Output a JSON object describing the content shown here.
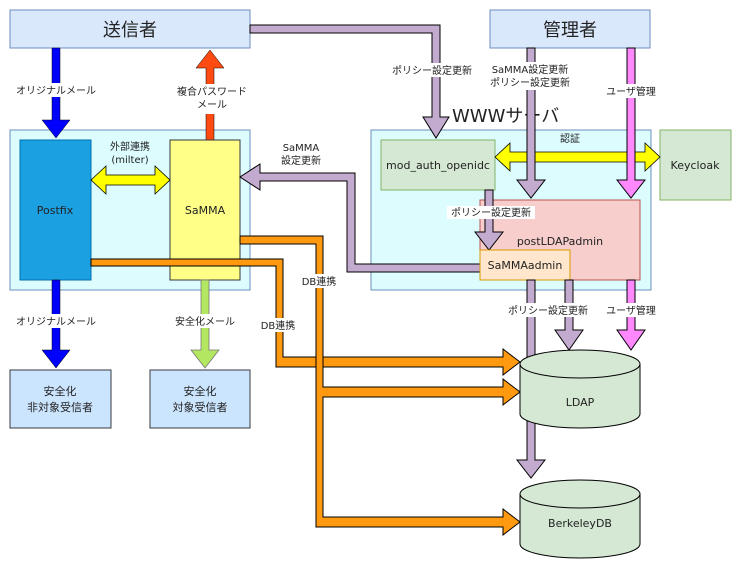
{
  "diagram": {
    "nodes": {
      "sender": "送信者",
      "admin": "管理者",
      "postfix": "Postfix",
      "samma": "SaMMA",
      "www_server": "WWWサーバ",
      "mod_auth": "mod_auth_openidc",
      "keycloak": "Keycloak",
      "postldapadmin": "postLDAPadmin",
      "sammaadmin": "SaMMAadmin",
      "ldap": "LDAP",
      "berkeleydb": "BerkeleyDB",
      "recipient_nontarget_line1": "安全化",
      "recipient_nontarget_line2": "非対象受信者",
      "recipient_target_line1": "安全化",
      "recipient_target_line2": "対象受信者"
    },
    "edge_labels": {
      "original_mail_in": "オリジナルメール",
      "password_mail_line1": "複合パスワード",
      "password_mail_line2": "メール",
      "milter_line1": "外部連携",
      "milter_line2": "(milter)",
      "samma_config_line1": "SaMMA",
      "samma_config_line2": "設定更新",
      "policy_sender": "ポリシー設定更新",
      "admin_policy_line1": "SaMMA設定更新",
      "admin_policy_line2": "ポリシー設定更新",
      "user_mgmt_top": "ユーザ管理",
      "auth": "認証",
      "policy_inner": "ポリシー設定更新",
      "original_mail_out": "オリジナルメール",
      "safe_mail": "安全化メール",
      "db_link_1": "DB連携",
      "db_link_2": "DB連携",
      "policy_bottom": "ポリシー設定更新",
      "user_mgmt_bottom": "ユーザ管理"
    },
    "colors": {
      "actor_fill": "#dae8fc",
      "actor_stroke": "#6c8ebf",
      "container_fill": "#dcfcfe",
      "postfix_fill": "#1ba1e2",
      "samma_fill": "#ffff88",
      "green_fill": "#d5e8d4",
      "green_stroke": "#82b366",
      "pink_fill": "#f8cecc",
      "pink_stroke": "#b85450",
      "orange_fill": "#ffe6cc",
      "orange_stroke": "#d79b00",
      "arrow_blue": "#0000ff",
      "arrow_red": "#ff4b12",
      "arrow_yellow": "#ffff00",
      "arrow_purple": "#c3abd0",
      "arrow_pink": "#ff88ff",
      "arrow_green": "#b3e661",
      "arrow_orange": "#ff9a10"
    }
  }
}
